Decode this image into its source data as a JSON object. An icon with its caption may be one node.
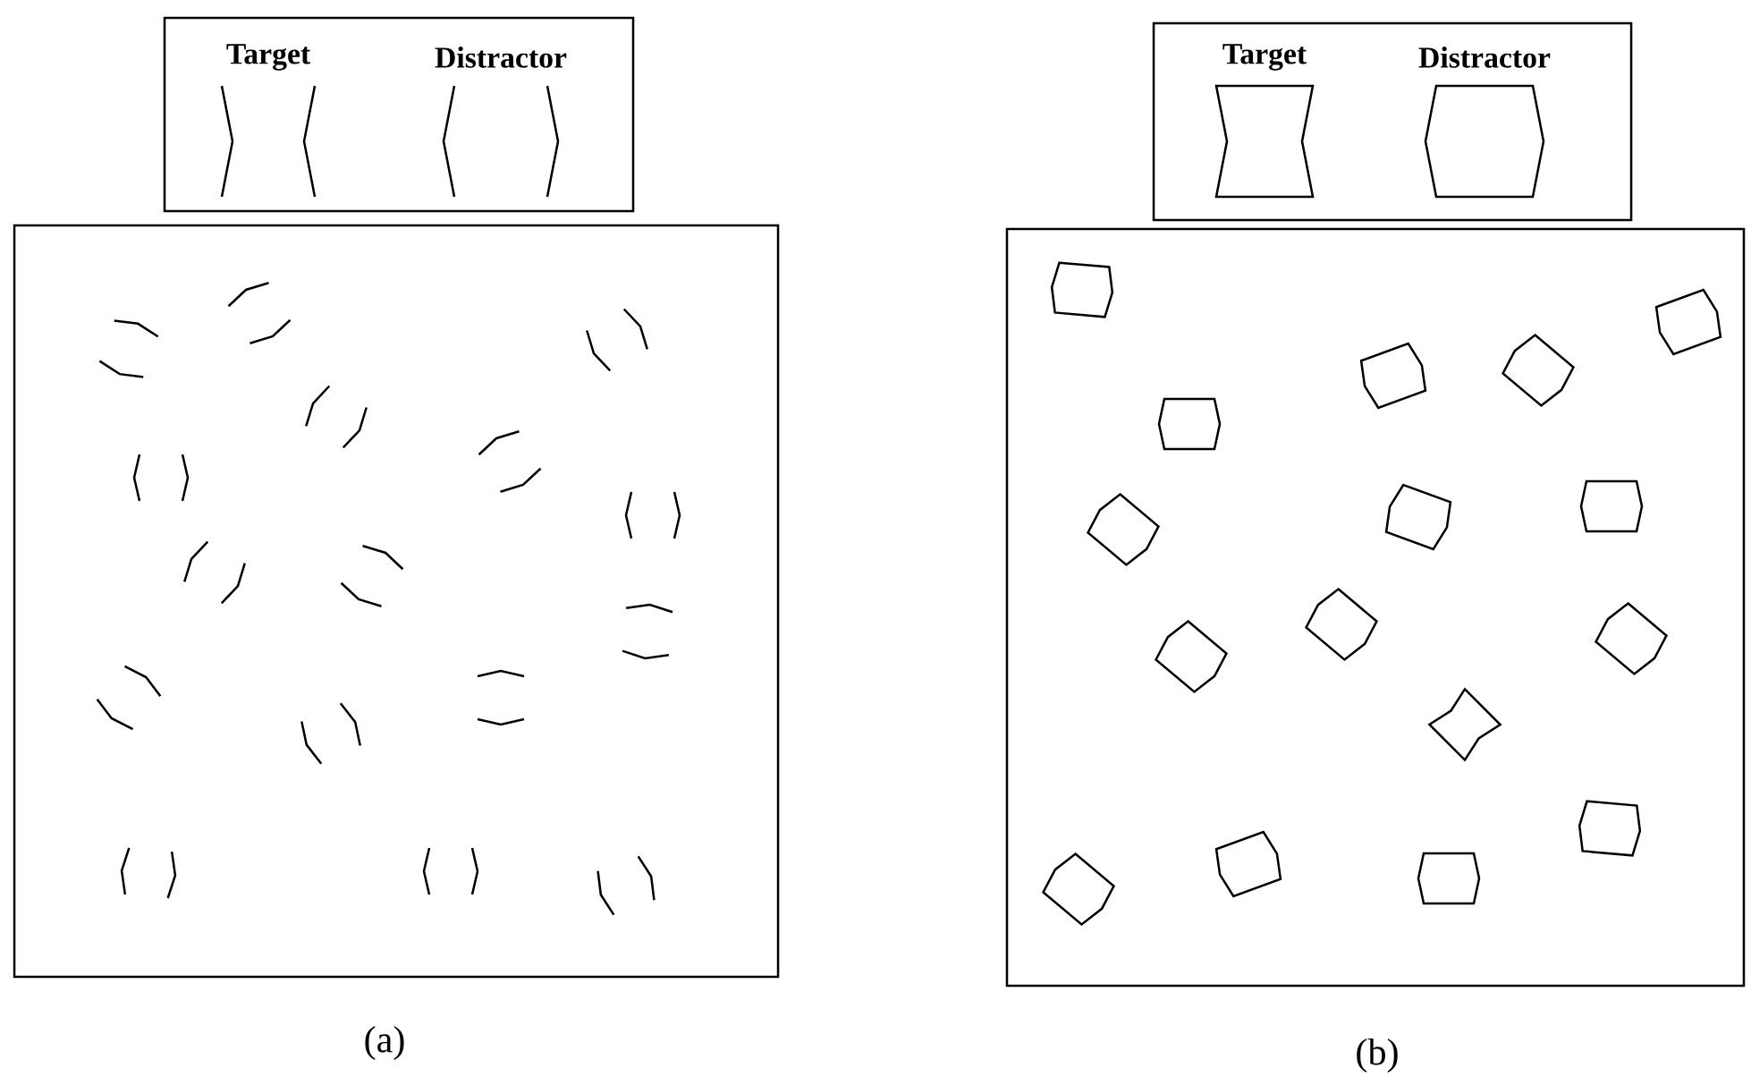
{
  "diagram": {
    "nodes": [
      {
        "text": [
          "Target",
          "Distractor"
        ]
      },
      {
        "text": [],
        "shape": "box"
      },
      {
        "text": [
          "Target",
          "Distractor"
        ]
      },
      {
        "text": [],
        "shape": "box"
      }
    ],
    "labels": [
      "(a)",
      "(b)"
    ]
  }
}
